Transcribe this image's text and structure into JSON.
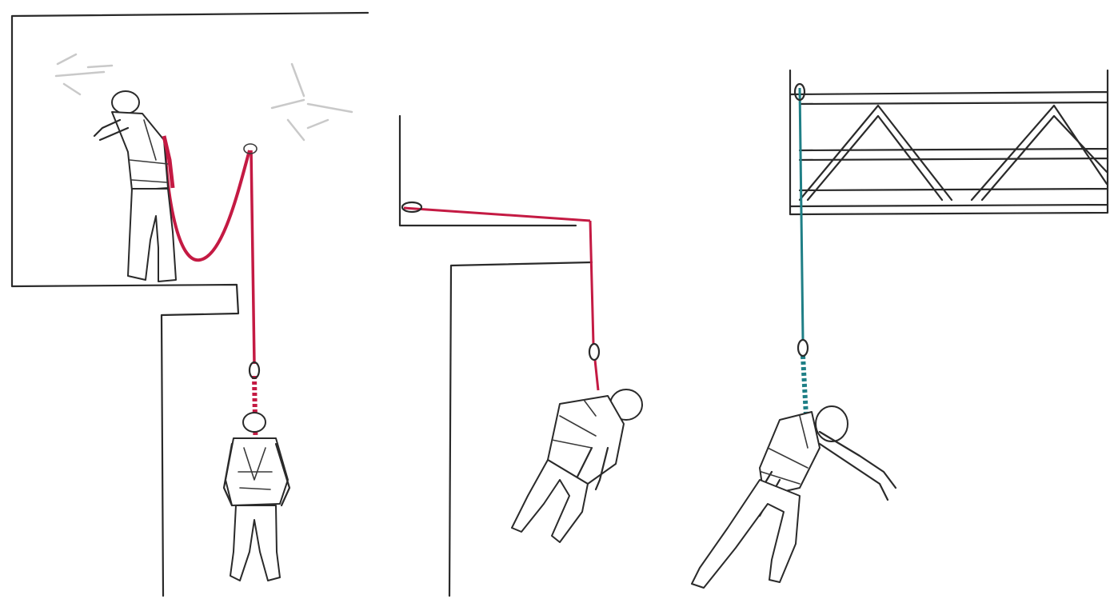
{
  "colors": {
    "line": "#2a2a2a",
    "lanyard_red": "#c41a43",
    "lanyard_green": "#1f7f86",
    "background": "#ffffff"
  },
  "scenes": [
    {
      "id": "rescue-lanyard",
      "icon": "worker-with-lanyard-rescue-icon"
    },
    {
      "id": "edge-anchor-fall",
      "icon": "suspended-worker-edge-anchor-icon"
    },
    {
      "id": "scaffold-anchor-fall",
      "icon": "suspended-worker-scaffold-icon"
    }
  ]
}
